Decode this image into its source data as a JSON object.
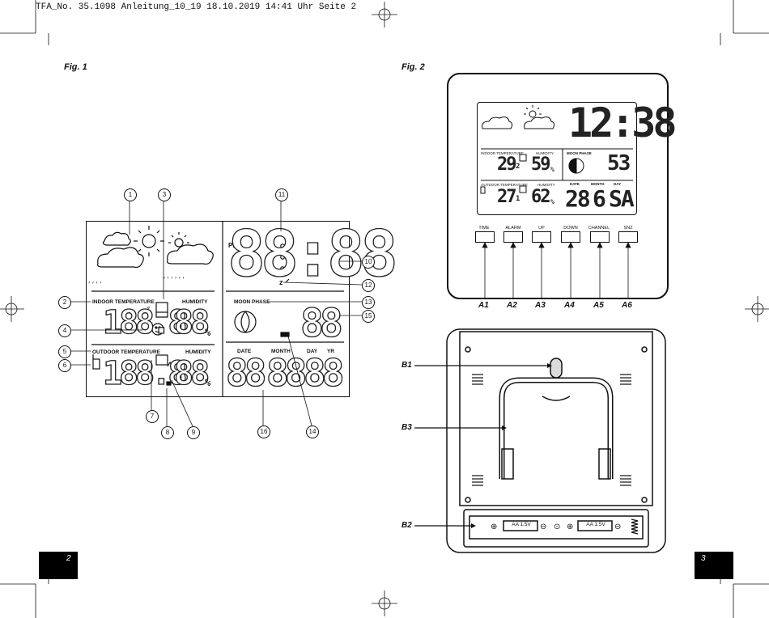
{
  "header": {
    "text": "TFA_No. 35.1098 Anleitung_10_19  18.10.2019  14:41 Uhr  Seite 2"
  },
  "fig1": {
    "title": "Fig. 1",
    "labels": {
      "pm": "PM",
      "indoor": "INDOOR TEMPERATURE",
      "humidity": "HUMIDITY",
      "outdoor": "OUTDOOR TEMPERATURE",
      "moon": "MOON PHASE",
      "date": "DATE",
      "month": "MONTH",
      "day": "DAY",
      "yr": "YR",
      "z": "z"
    },
    "digits": {
      "time": "88:88",
      "indoor_t": "188.8",
      "indoor_h": "88",
      "pct": "%",
      "outdoor_t": "188.8",
      "outdoor_h": "88",
      "moon_num": "88",
      "date": "88",
      "month": "88",
      "daytext": "88",
      "deg": "°"
    },
    "callouts": [
      "1",
      "2",
      "3",
      "4",
      "5",
      "6",
      "7",
      "8",
      "9",
      "10",
      "11",
      "12",
      "13",
      "14",
      "15",
      "16"
    ]
  },
  "fig2": {
    "title": "Fig. 2",
    "labels": {
      "indoor": "INDOOR TEMPERATURE",
      "humidity": "HUMIDITY",
      "moon": "MOON PHASE",
      "outdoor": "OUTDOOR TEMPERATURE",
      "humidity2": "HUMIDITY",
      "date": "DATE",
      "month": "MONTH",
      "day": "DAY"
    },
    "digits": {
      "time": "12:38",
      "indoor_t": "29",
      "indoor_td": "2",
      "indoor_h": "59",
      "pct": "%",
      "moon_num": "53",
      "outdoor_t": "27",
      "outdoor_td": "1",
      "outdoor_h": "62",
      "pct2": "%",
      "date": "28",
      "month": "6",
      "day": "SA"
    },
    "buttons": [
      "TIME",
      "ALARM",
      "UP",
      "DOWN",
      "CHANNEL",
      "SNZ"
    ],
    "button_labels": [
      "A1",
      "A2",
      "A3",
      "A4",
      "A5",
      "A6"
    ],
    "back_labels": {
      "b1": "B1",
      "b2": "B2",
      "b3": "B3"
    },
    "battery": [
      "AA 1.5V",
      "AA 1.5V"
    ]
  },
  "pages": {
    "left": "2",
    "right": "3"
  }
}
